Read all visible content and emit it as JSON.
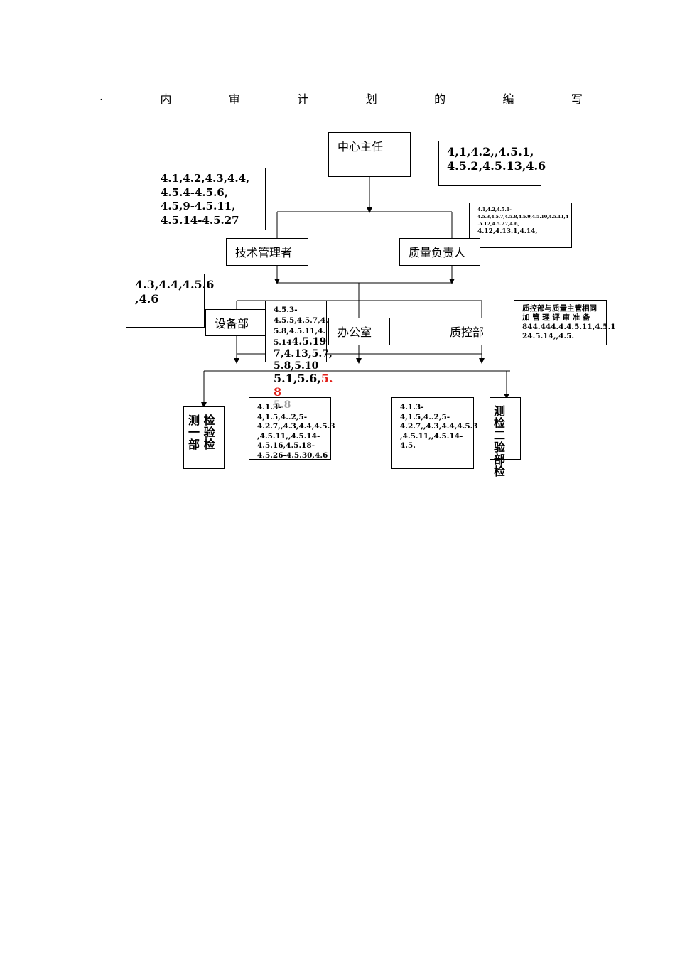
{
  "title_chars": [
    ".",
    "内",
    "审",
    "计",
    "划",
    "的",
    "编",
    "写"
  ],
  "nodes": {
    "center_director": "中心主任",
    "tech_manager": "技术管理者",
    "quality_lead": "质量负责人",
    "equipment_dept": "设备部",
    "office": "办公室",
    "qc_dept": "质控部",
    "test_dept_1": "检测一部",
    "test_dept_1_lines": [
      "测 检",
      "一 验",
      "部 检"
    ],
    "test_dept_2": "检测二部",
    "test_dept_2_lines": [
      "测 检",
      "二 验",
      "部 检"
    ]
  },
  "clauses": {
    "director": [
      "4,1,4.2,,4.5.1,",
      "4.5.2,4.5.13,4.6"
    ],
    "tech_manager": [
      "4.1,4.2,4.3,4.4,",
      "4.5.4-4.5.6,",
      "4.5,9-4.5.11,",
      "4.5.14-4.5.27"
    ],
    "quality_lead": [
      "4.1,4.2,4.5.1-",
      "4.5.3,4.5.7,4.5.8,4.5.9,4.5.10,4.5.11,4",
      ".5.12,4.5.27,4.6,",
      "4.12,4.13.1,4.14,"
    ],
    "equipment": [
      "4.3,4.4,4.5.6",
      ",4.6"
    ],
    "office_small": [
      "4.5.3-",
      "4.5.5,4.5.7,4.",
      "5.8,4.5.11,4.",
      "5.14"
    ],
    "office_large_a": "4.5.19",
    "office_large": [
      "7,4.13,5.7,",
      "5.8,5.10"
    ],
    "office_last": "5.1,5.6,",
    "office_last_red": "5.",
    "office_red_tail": "8",
    "office_ghost": "5.8",
    "qc_note": [
      "质控部与质量主管相同",
      "加 管 理 评 审 准 备",
      "844.444.4.4.5.11,4.5.1",
      "24.5.14,,4.5."
    ],
    "test1": [
      "4.1.3-4,1.5,4..2,5-",
      "4.2.7,,4.3,4.4,4.5.3",
      ",4.5.11,,4.5.14-",
      "4.5.16,4.5.18-",
      "4.5.26-4.5.30,4.6"
    ],
    "test2": [
      "4.1.3-4,1.5,4..2,5-",
      "4.2.7,,4.3,4.4,4.5.3",
      ",4.5.11,,4.5.14-4.5."
    ]
  },
  "colors": {
    "line": "#000000",
    "highlight": "#e0201a"
  }
}
